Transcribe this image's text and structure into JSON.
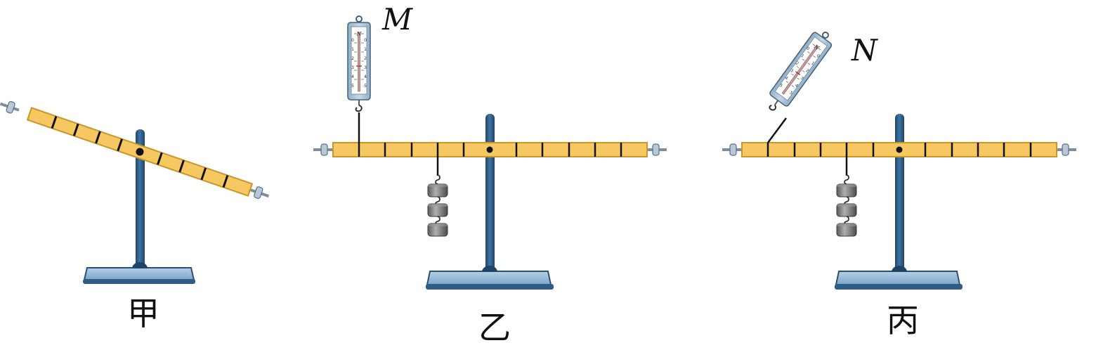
{
  "figures": [
    {
      "caption": "甲"
    },
    {
      "caption": "乙",
      "spring_scale_label": "M"
    },
    {
      "caption": "丙",
      "spring_scale_label": "N"
    }
  ],
  "spring_scale": {
    "unit": "N",
    "readings": [
      "0",
      "1",
      "2",
      "3",
      "4",
      "5"
    ]
  },
  "colors": {
    "lever_fill": "#f5c862",
    "lever_stroke": "#c9962a",
    "stand_post": "#2f5b86",
    "stand_base": "#8fb6d8",
    "weight": "#7d7d7d",
    "scale_body": "#a9c6dc"
  }
}
